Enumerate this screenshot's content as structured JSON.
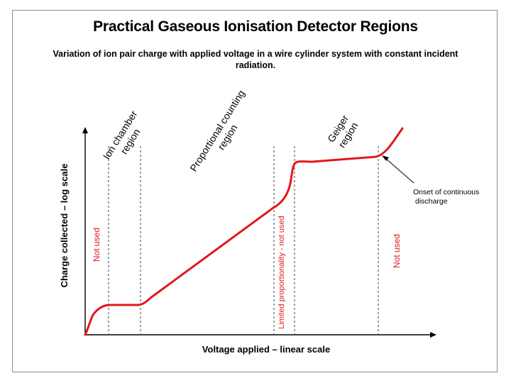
{
  "title": "Practical Gaseous Ionisation Detector Regions",
  "subtitle": "Variation of ion pair charge with applied voltage in a wire cylinder system with constant incident radiation.",
  "axes": {
    "xlabel": "Voltage applied – linear scale",
    "ylabel": "Charge collected – log scale"
  },
  "regions": {
    "ion_chamber": [
      "Ion chamber",
      "region"
    ],
    "proportional": [
      "Proportional counting",
      "region"
    ],
    "geiger": [
      "Geiger",
      "region"
    ]
  },
  "side_labels": {
    "not_used_left": "Not used",
    "limited": "Limited proportionality - not used",
    "not_used_right": "Not used"
  },
  "annotation": [
    "Onset of continuous",
    "discharge"
  ],
  "colors": {
    "curve": "#e0191c",
    "text_red": "#e0191c",
    "axis": "#000000"
  }
}
